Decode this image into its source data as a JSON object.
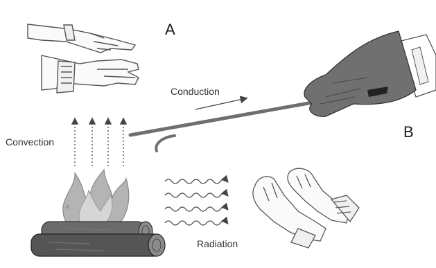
{
  "labels": {
    "a": "A",
    "b": "B",
    "conduction": "Conduction",
    "convection": "Convection",
    "radiation": "Radiation"
  },
  "colors": {
    "outline": "#555555",
    "glove": "#6e6e6e",
    "flame": "#9a9a9a",
    "log": "#5a5a5a",
    "rod": "#777777"
  }
}
